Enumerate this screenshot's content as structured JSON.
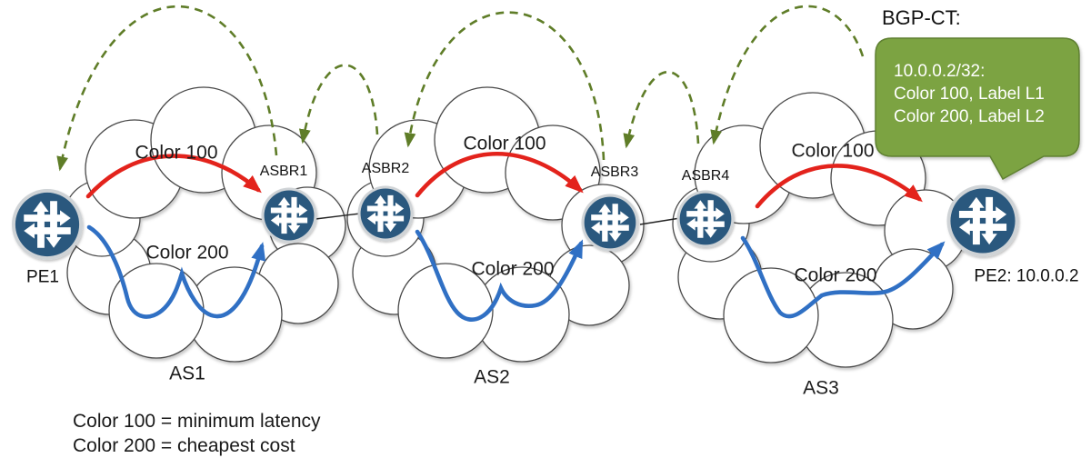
{
  "header": {
    "bgp_ct_label": "BGP-CT:"
  },
  "callout": {
    "lines": [
      "10.0.0.2/32:",
      "Color 100, Label L1",
      "Color 200, Label L2"
    ]
  },
  "routers": {
    "pe1": "PE1",
    "asbr1": "ASBR1",
    "asbr2": "ASBR2",
    "asbr3": "ASBR3",
    "asbr4": "ASBR4",
    "pe2": "PE2: 10.0.0.2"
  },
  "as_clouds": {
    "as1": "AS1",
    "as2": "AS2",
    "as3": "AS3"
  },
  "path_labels": {
    "color100": "Color 100",
    "color200": "Color 200"
  },
  "legend": {
    "line1": "Color 100 = minimum latency",
    "line2": "Color 200 = cheapest cost"
  },
  "colors": {
    "color100_red": "#E3231C",
    "color200_blue": "#3070C4",
    "advertisement_green": "#5F7D28",
    "callout_green": "#7CA342",
    "router_blue": "#29587E"
  }
}
